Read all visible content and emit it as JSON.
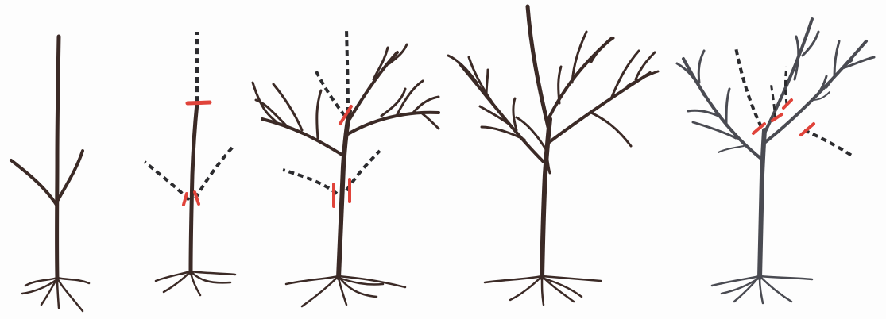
{
  "colors": {
    "background": "#fdfdfd",
    "bark_brown": "#3b2a26",
    "bark_grey": "#4a4b52",
    "removed_branch": "#2b2b2e",
    "cut_mark": "#e0433a"
  },
  "figure": {
    "stages": [
      {
        "id": "stage-1",
        "trunk_color": "bark_brown",
        "shows_cuts": false
      },
      {
        "id": "stage-2",
        "trunk_color": "bark_brown",
        "shows_cuts": true
      },
      {
        "id": "stage-3",
        "trunk_color": "bark_brown",
        "shows_cuts": true
      },
      {
        "id": "stage-4",
        "trunk_color": "bark_brown",
        "shows_cuts": false
      },
      {
        "id": "stage-5",
        "trunk_color": "bark_grey",
        "shows_cuts": true
      }
    ]
  }
}
